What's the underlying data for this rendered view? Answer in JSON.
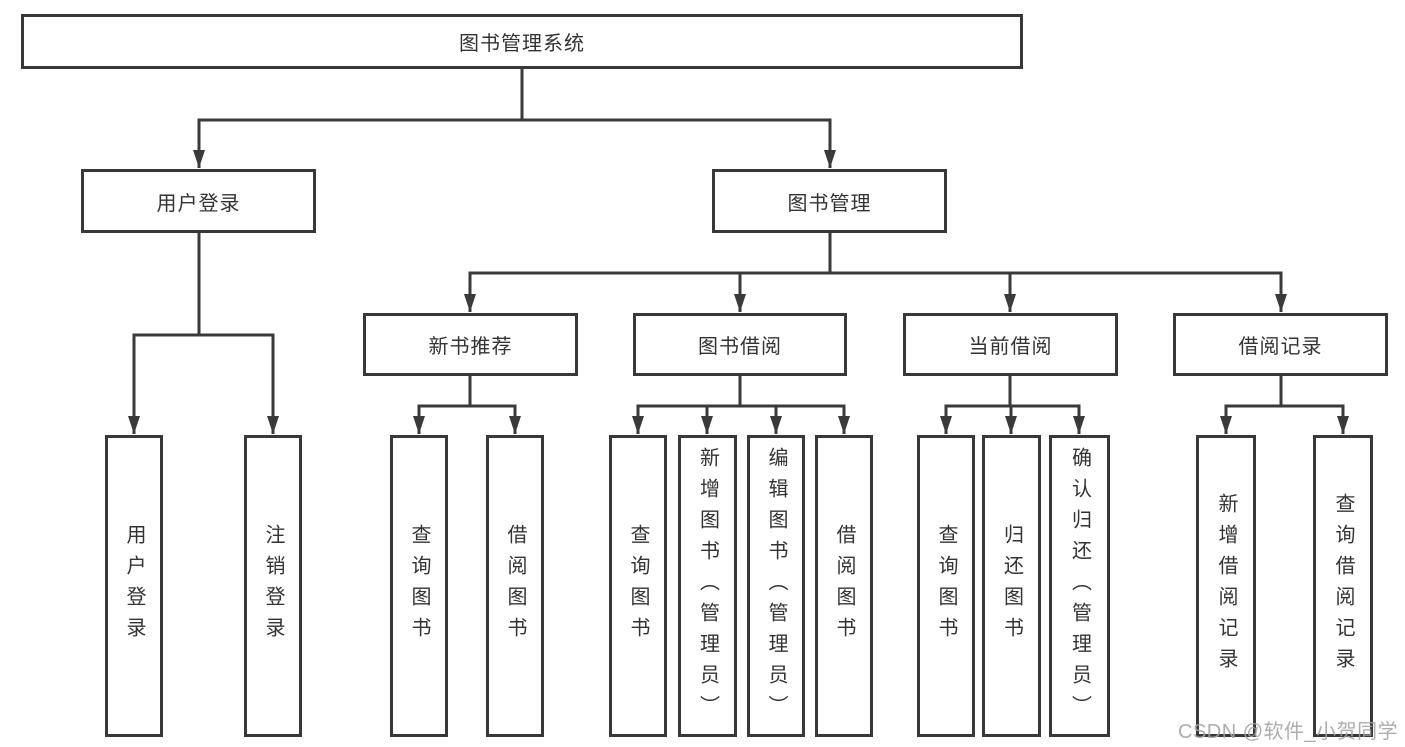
{
  "diagram": {
    "title": "图书管理系统",
    "root": {
      "label": "图书管理系统"
    },
    "level2": [
      {
        "label": "用户登录"
      },
      {
        "label": "图书管理"
      }
    ],
    "level3": [
      {
        "label": "新书推荐",
        "parent": "图书管理"
      },
      {
        "label": "图书借阅",
        "parent": "图书管理"
      },
      {
        "label": "当前借阅",
        "parent": "图书管理"
      },
      {
        "label": "借阅记录",
        "parent": "图书管理"
      }
    ],
    "leaves": [
      {
        "label": "用户登录",
        "parent": "用户登录"
      },
      {
        "label": "注销登录",
        "parent": "用户登录"
      },
      {
        "label": "查询图书",
        "parent": "新书推荐"
      },
      {
        "label": "借阅图书",
        "parent": "新书推荐"
      },
      {
        "label": "查询图书",
        "parent": "图书借阅"
      },
      {
        "label": "新增图书（管理员）",
        "parent": "图书借阅"
      },
      {
        "label": "编辑图书（管理员）",
        "parent": "图书借阅"
      },
      {
        "label": "借阅图书",
        "parent": "图书借阅"
      },
      {
        "label": "查询图书",
        "parent": "当前借阅"
      },
      {
        "label": "归还图书",
        "parent": "当前借阅"
      },
      {
        "label": "确认归还（管理员）",
        "parent": "当前借阅"
      },
      {
        "label": "新增借阅记录",
        "parent": "借阅记录"
      },
      {
        "label": "查询借阅记录",
        "parent": "借阅记录"
      }
    ]
  },
  "watermark": {
    "text": "CSDN @软件_小贺同学"
  },
  "colors": {
    "line": "#3a3a3a",
    "box_border": "#383838",
    "text": "#333333",
    "watermark": "#a4a4a4",
    "background": "#ffffff"
  }
}
